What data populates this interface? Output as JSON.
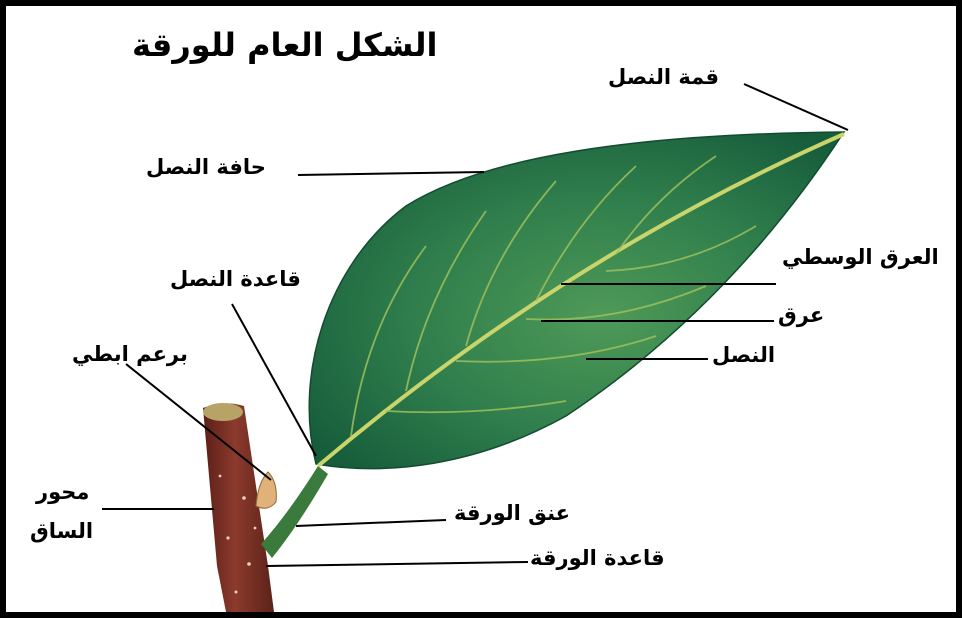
{
  "title": "الشكل العام للورقة",
  "labels": {
    "blade_tip": "قمة النصل",
    "blade_margin": "حافة النصل",
    "midrib": "العرق الوسطي",
    "vein": "عرق",
    "blade": "النصل",
    "blade_base": "قاعدة النصل",
    "axillary_bud": "برعم ابطي",
    "stem_axis_line1": "محور",
    "stem_axis_line2": "الساق",
    "petiole": "عنق الورقة",
    "leaf_base": "قاعدة الورقة"
  },
  "colors": {
    "leaf_dark": "#1f6e45",
    "leaf_mid": "#3f8c52",
    "vein": "#c9d46a",
    "stem": "#7a2e24",
    "bud": "#e0b27a",
    "frame": "#000000",
    "background": "#ffffff"
  }
}
